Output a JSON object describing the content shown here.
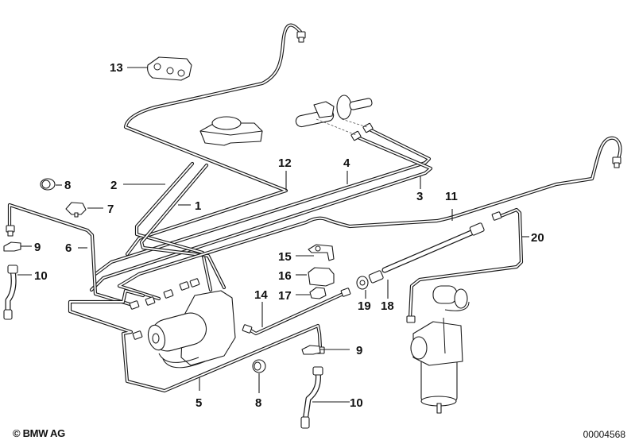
{
  "diagram": {
    "title": "Brake pipe / hydraulic unit parts diagram",
    "callouts": [
      {
        "id": "1",
        "label": "1",
        "part": "brake pipe"
      },
      {
        "id": "2",
        "label": "2",
        "part": "brake pipe"
      },
      {
        "id": "3",
        "label": "3",
        "part": "brake pipe"
      },
      {
        "id": "4",
        "label": "4",
        "part": "brake pipe"
      },
      {
        "id": "5",
        "label": "5",
        "part": "brake pipe"
      },
      {
        "id": "6",
        "label": "6",
        "part": "brake pipe"
      },
      {
        "id": "7",
        "label": "7",
        "part": "pipe clip"
      },
      {
        "id": "8a",
        "label": "8",
        "part": "grommet"
      },
      {
        "id": "8b",
        "label": "8",
        "part": "grommet"
      },
      {
        "id": "9a",
        "label": "9",
        "part": "hose bracket"
      },
      {
        "id": "9b",
        "label": "9",
        "part": "hose bracket"
      },
      {
        "id": "10a",
        "label": "10",
        "part": "brake hose"
      },
      {
        "id": "10b",
        "label": "10",
        "part": "brake hose"
      },
      {
        "id": "11",
        "label": "11",
        "part": "brake pipe rear"
      },
      {
        "id": "12",
        "label": "12",
        "part": "brake pipe"
      },
      {
        "id": "13",
        "label": "13",
        "part": "multiple pipe clip"
      },
      {
        "id": "14",
        "label": "14",
        "part": "brake pipe"
      },
      {
        "id": "15",
        "label": "15",
        "part": "holder"
      },
      {
        "id": "16",
        "label": "16",
        "part": "pipe clip"
      },
      {
        "id": "17",
        "label": "17",
        "part": "pipe clip"
      },
      {
        "id": "18",
        "label": "18",
        "part": "protective hose"
      },
      {
        "id": "19",
        "label": "19",
        "part": "grommet"
      },
      {
        "id": "20",
        "label": "20",
        "part": "brake pipe"
      }
    ]
  },
  "footer": {
    "copyright": "© BMW AG",
    "drawing_number": "00004568"
  }
}
